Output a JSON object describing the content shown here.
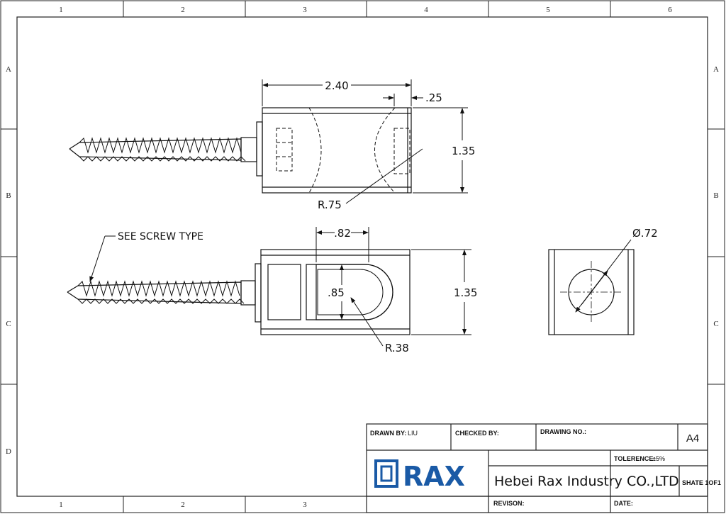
{
  "border": {
    "columns": [
      "1",
      "2",
      "3",
      "4",
      "5",
      "6"
    ],
    "bottom_columns": [
      "1",
      "2",
      "3"
    ],
    "rows": [
      "A",
      "B",
      "C",
      "D"
    ]
  },
  "dimensions": {
    "top_length": "2.40",
    "top_offset": ".25",
    "top_height": "1.35",
    "top_radius": "R.75",
    "front_slot_width": ".82",
    "front_slot_height": ".85",
    "front_radius": "R.38",
    "front_height": "1.35",
    "end_diameter": "Ø.72"
  },
  "notes": {
    "screw_type": "SEE SCREW TYPE"
  },
  "title_block": {
    "drawn_by_label": "DRAWN BY:",
    "drawn_by_value": "LIU",
    "checked_by_label": "CHECKED BY:",
    "drawing_no_label": "DRAWING NO.:",
    "size": "A4",
    "tolerance_label": "TOLERENCE:",
    "tolerance_value": "±5%",
    "logo_text": "RAX",
    "company": "Hebei Rax Industry CO.,LTD",
    "sheet": "SHATE 1OF1",
    "revision_label": "REVISON:",
    "date_label": "DATE:"
  }
}
